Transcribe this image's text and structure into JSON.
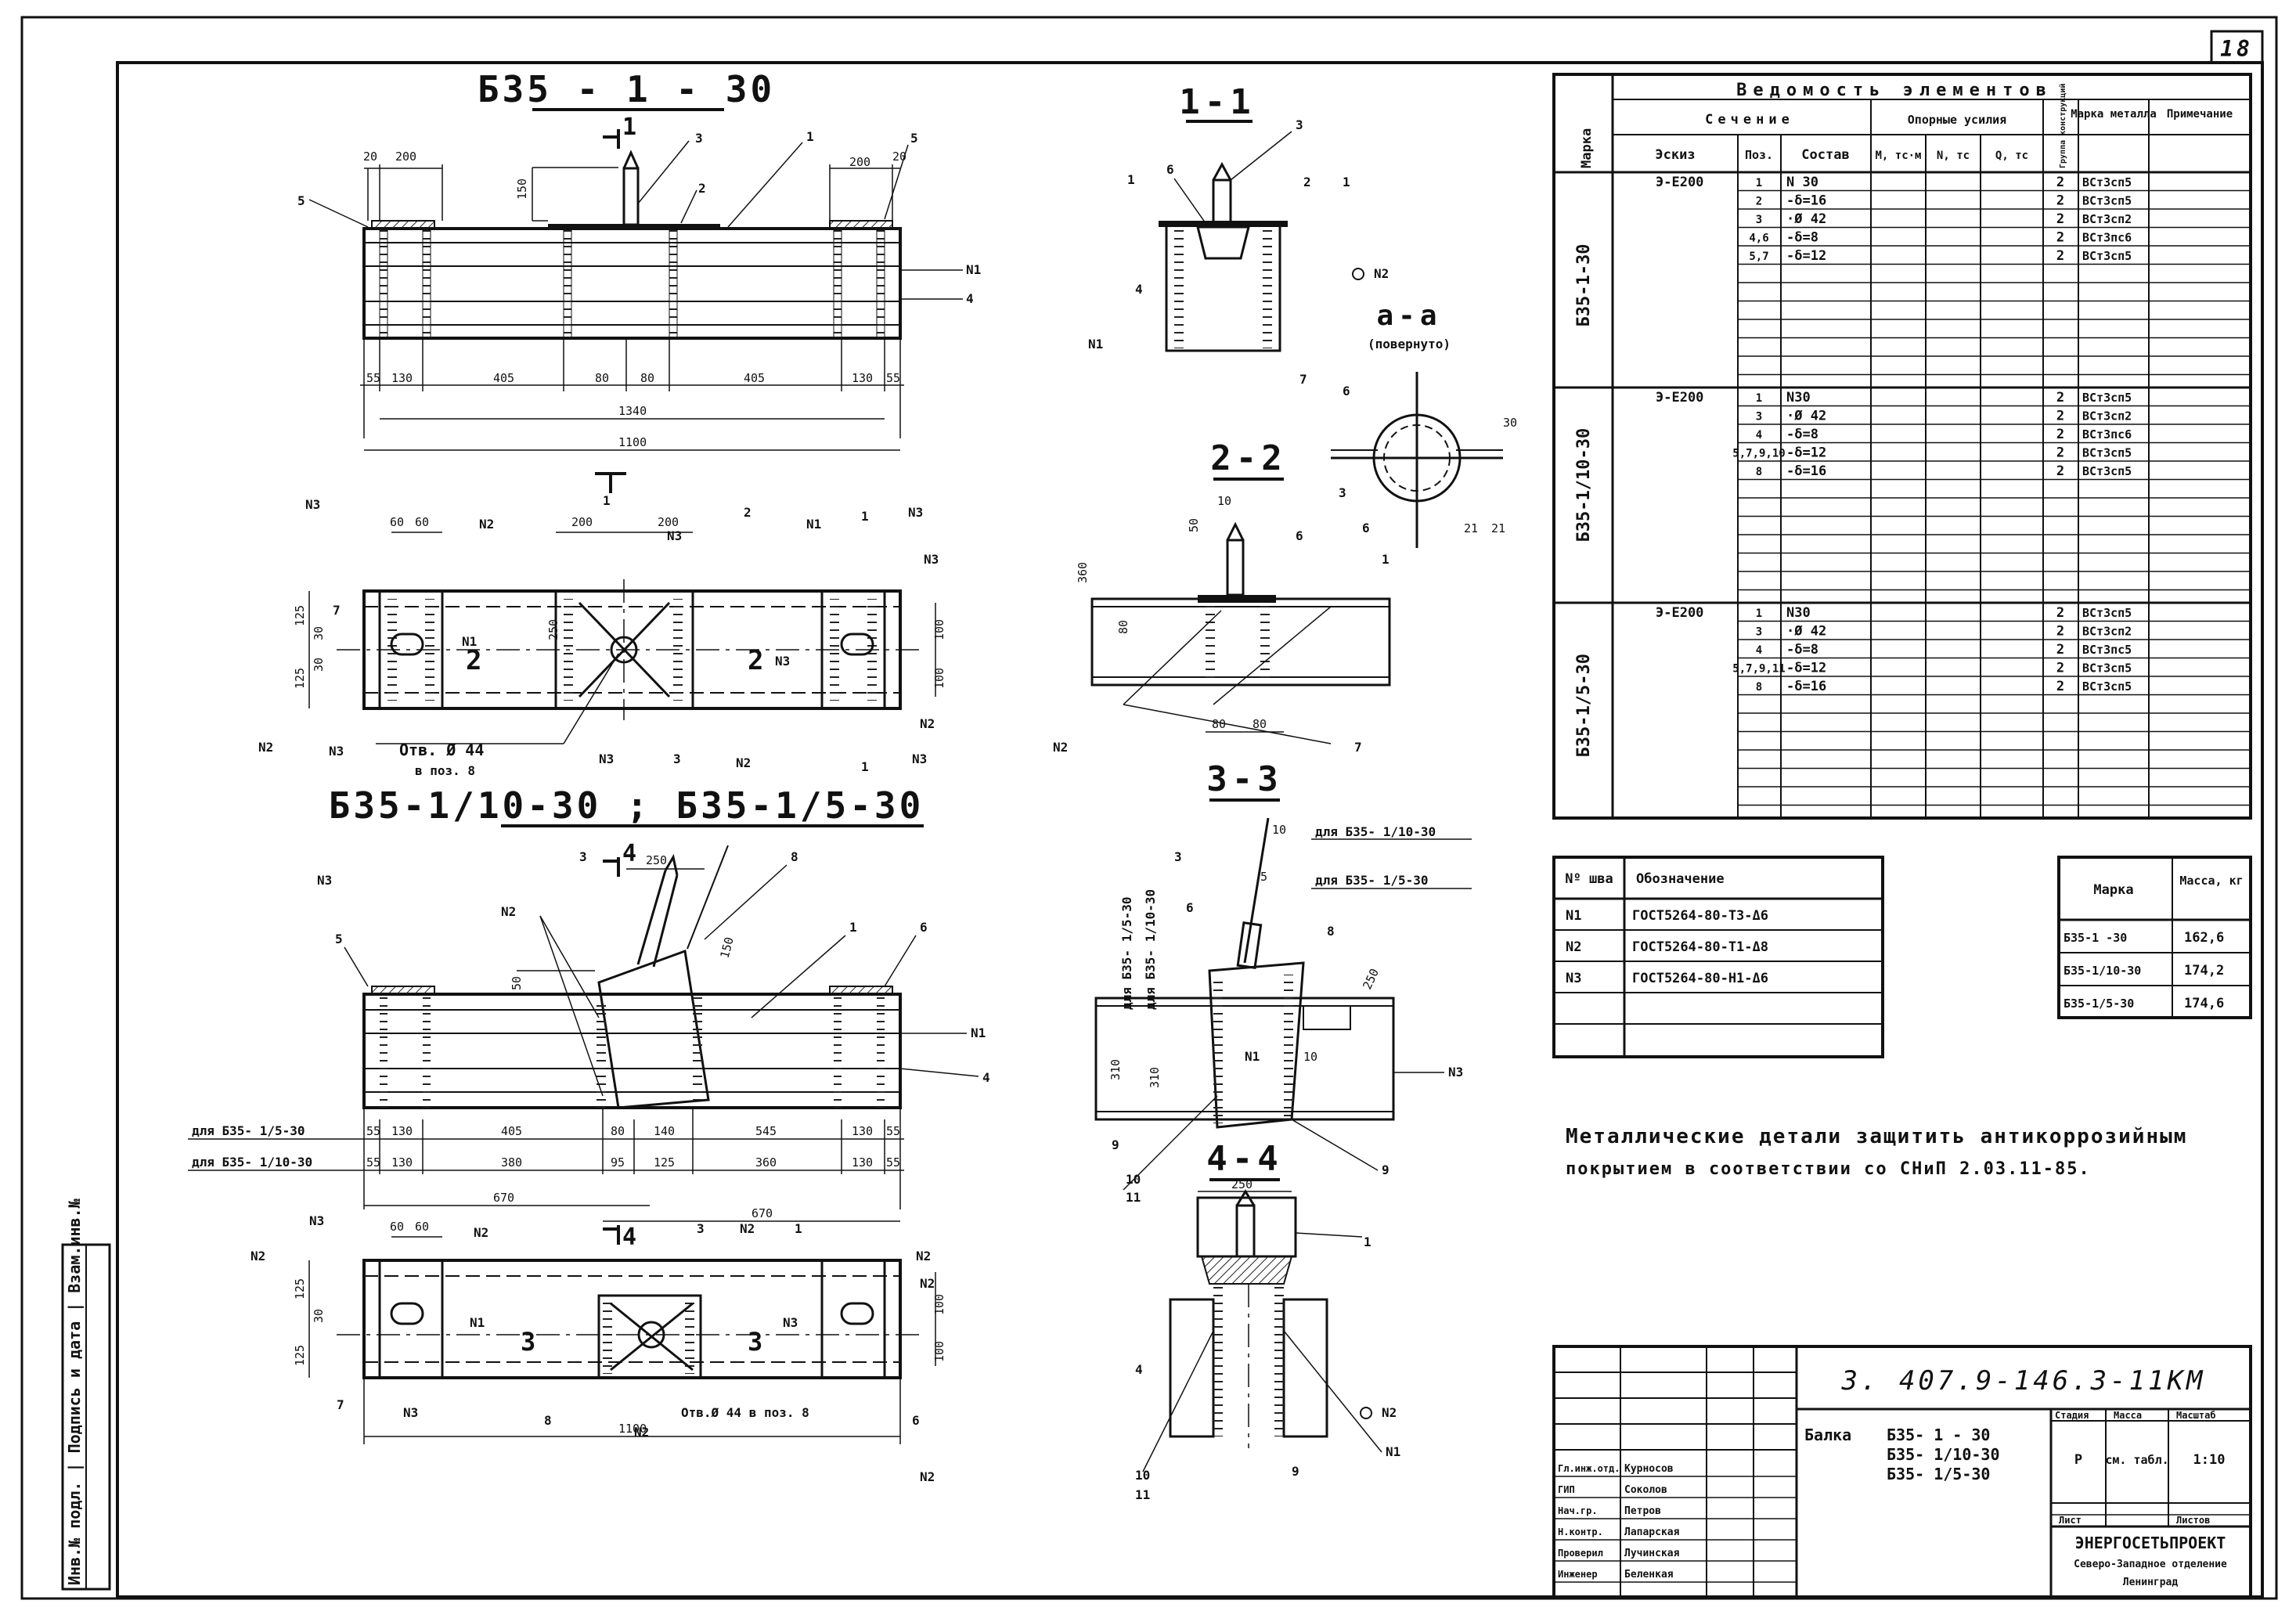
{
  "sheet_no": "18",
  "views": {
    "top_title": "Б35 - 1 - 30",
    "mid_title": "Б35-1/10-30 ; Б35-1/5-30",
    "sec_1_1": "1-1",
    "sec_2_2": "2-2",
    "sec_3_3": "3-3",
    "sec_4_4": "4-4",
    "sec_a_a": "а-а",
    "sec_a_a_note": "(повернуто)",
    "cut_1": "1",
    "cut_2": "2",
    "cut_3": "3",
    "cut_4": "4",
    "hole_1": "Отв. Ø 44",
    "hole_1b": "в поз. 8",
    "hole_2": "Отв.Ø 44 в поз. 8",
    "for_5": "для Б35- 1/5-30",
    "for_10": "для Б35- 1/10-30",
    "v1_dims": [
      "55",
      "130",
      "405",
      "80",
      "80",
      "405",
      "130",
      "55"
    ],
    "v1_total1": "1340",
    "v1_total2": "1100",
    "v1_top": [
      "20",
      "200",
      "200",
      "20"
    ],
    "v1_150": "150",
    "v3_dims_a": [
      "55",
      "130",
      "405",
      "80",
      "140",
      "545",
      "130",
      "55"
    ],
    "v3_dims_b": [
      "55",
      "130",
      "380",
      "95",
      "125",
      "360",
      "130",
      "55"
    ],
    "v3_670": "670",
    "v3_250": "250",
    "v3_150": "150",
    "v3_50": "50",
    "v4_1100": "1100",
    "v4_60": "60",
    "v2_dims": [
      "60",
      "60",
      "200",
      "200",
      "125",
      "125",
      "30",
      "30",
      "100",
      "100",
      "250"
    ],
    "s22_dims": [
      "10",
      "50",
      "360",
      "80",
      "80",
      "80"
    ],
    "s33_dims": [
      "10",
      "5",
      "310",
      "250",
      "10"
    ],
    "s44_dim": "250",
    "weld_n1": "Ν1",
    "weld_n2": "Ν2",
    "weld_n3": "Ν3",
    "pos": [
      "1",
      "2",
      "3",
      "4",
      "5",
      "6",
      "7",
      "8",
      "9",
      "10",
      "11"
    ],
    "aa_dims": [
      "30",
      "21",
      "21"
    ]
  },
  "spec": {
    "title": "Ведомость элементов",
    "h_mark": "Марка",
    "h_section": "Сечение",
    "h_sketch": "Эскиз",
    "h_pos": "Поз.",
    "h_comp": "Состав",
    "h_forces": "Опорные усилия",
    "h_m": "М, тс·м",
    "h_n": "N, тс",
    "h_q": "Q, тс",
    "h_group": "Группа конструкций",
    "h_steel": "Марка металла",
    "h_note": "Примечание",
    "sketch_label": "Э-Е200",
    "groups": [
      {
        "mark": "Б35-1-30",
        "rows": [
          [
            "1",
            "N 30",
            "2",
            "ВСт3сп5"
          ],
          [
            "2",
            "-δ=16",
            "2",
            "ВСт3сп5"
          ],
          [
            "3",
            "·Ø 42",
            "2",
            "ВСт3сп2"
          ],
          [
            "4,6",
            "-δ=8",
            "2",
            "ВСт3пс6"
          ],
          [
            "5,7",
            "-δ=12",
            "2",
            "ВСт3сп5"
          ]
        ]
      },
      {
        "mark": "Б35-1/10-30",
        "rows": [
          [
            "1",
            "N30",
            "2",
            "ВСт3сп5"
          ],
          [
            "3",
            "·Ø 42",
            "2",
            "ВСт3сп2"
          ],
          [
            "4",
            "-δ=8",
            "2",
            "ВСт3пс6"
          ],
          [
            "5,7,9,10",
            "-δ=12",
            "2",
            "ВСт3сп5"
          ],
          [
            "8",
            "-δ=16",
            "2",
            "ВСт3сп5"
          ]
        ]
      },
      {
        "mark": "Б35-1/5-30",
        "rows": [
          [
            "1",
            "N30",
            "2",
            "ВСт3сп5"
          ],
          [
            "3",
            "·Ø 42",
            "2",
            "ВСт3сп2"
          ],
          [
            "4",
            "-δ=8",
            "2",
            "ВСт3пс5"
          ],
          [
            "5,7,9,11",
            "-δ=12",
            "2",
            "ВСт3сп5"
          ],
          [
            "8",
            "-δ=16",
            "2",
            "ВСт3сп5"
          ]
        ]
      }
    ]
  },
  "welds": {
    "h_no": "Nº шва",
    "h_desig": "Обозначение",
    "rows": [
      [
        "N1",
        "ГОСТ5264-80-Т3-Δ6"
      ],
      [
        "N2",
        "ГОСТ5264-80-Т1-Δ8"
      ],
      [
        "N3",
        "ГОСТ5264-80-Н1-Δ6"
      ]
    ]
  },
  "mass": {
    "h_mark": "Марка",
    "h_mass": "Масса, кг",
    "rows": [
      [
        "Б35-1 -30",
        "162,6"
      ],
      [
        "Б35-1/10-30",
        "174,2"
      ],
      [
        "Б35-1/5-30",
        "174,6"
      ]
    ]
  },
  "note": {
    "line1": "Металлические детали защитить антикоррозийным",
    "line2": "покрытием в соответствии со СНиП 2.03.11-85."
  },
  "stamp": {
    "code": "3. 407.9-146.3-11КМ",
    "name": "Балка",
    "marks": [
      "Б35- 1 - 30",
      "Б35- 1/10-30",
      "Б35- 1/5-30"
    ],
    "h_stage": "Стадия",
    "h_mass": "Масса",
    "h_scale": "Масштаб",
    "stage": "Р",
    "mass_ref": "см. табл.",
    "scale": "1:10",
    "h_sheet": "Лист",
    "h_sheets": "Листов",
    "org1": "ЭНЕРГОСЕТЬПРОЕКТ",
    "org2": "Северо-Западное отделение",
    "org3": "Ленинград",
    "people": [
      [
        "Гл.инж.отд.",
        "Курносов"
      ],
      [
        "ГИП",
        "Соколов"
      ],
      [
        "Нач.гр.",
        "Петров"
      ],
      [
        "Н.контр.",
        "Лапарская"
      ],
      [
        "Проверил",
        "Лучинская"
      ],
      [
        "Инженер",
        "Беленкая"
      ]
    ],
    "side": "Инв.№ подл. | Подпись и дата | Взам.инв.№"
  }
}
